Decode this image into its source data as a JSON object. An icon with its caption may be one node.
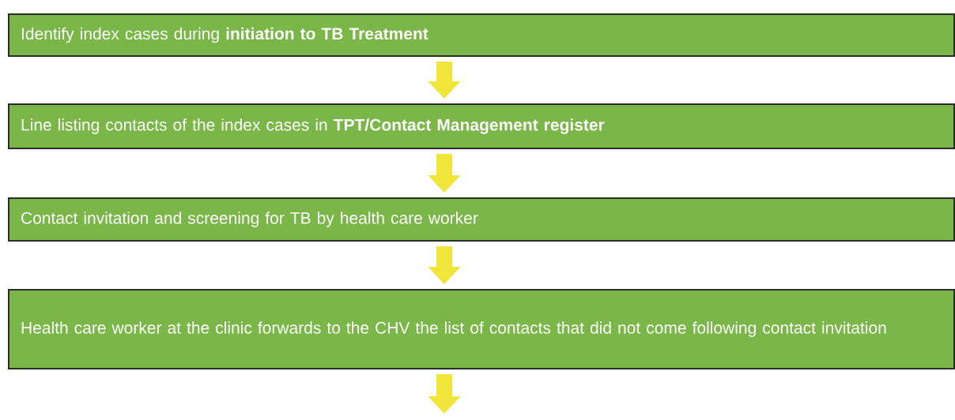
{
  "diagram": {
    "nodes": [
      {
        "text": [
          "Identify index cases during **initiation to TB Treatment**"
        ]
      },
      {
        "text": [
          "Line listing contacts of the index cases in **TPT/Contact Management register**"
        ]
      },
      {
        "text": [
          "Contact invitation and screening for TB by health care worker"
        ]
      },
      {
        "text": [
          "Health care worker at the clinic forwards to the CHV the list of contacts that did not come following contact invitation"
        ]
      }
    ],
    "edges": [
      {
        "from": 0,
        "to": 1,
        "arrow": "to"
      },
      {
        "from": 1,
        "to": 2,
        "arrow": "to"
      },
      {
        "from": 2,
        "to": 3,
        "arrow": "to"
      },
      {
        "from": 3,
        "to": null,
        "arrow": "to"
      }
    ]
  }
}
